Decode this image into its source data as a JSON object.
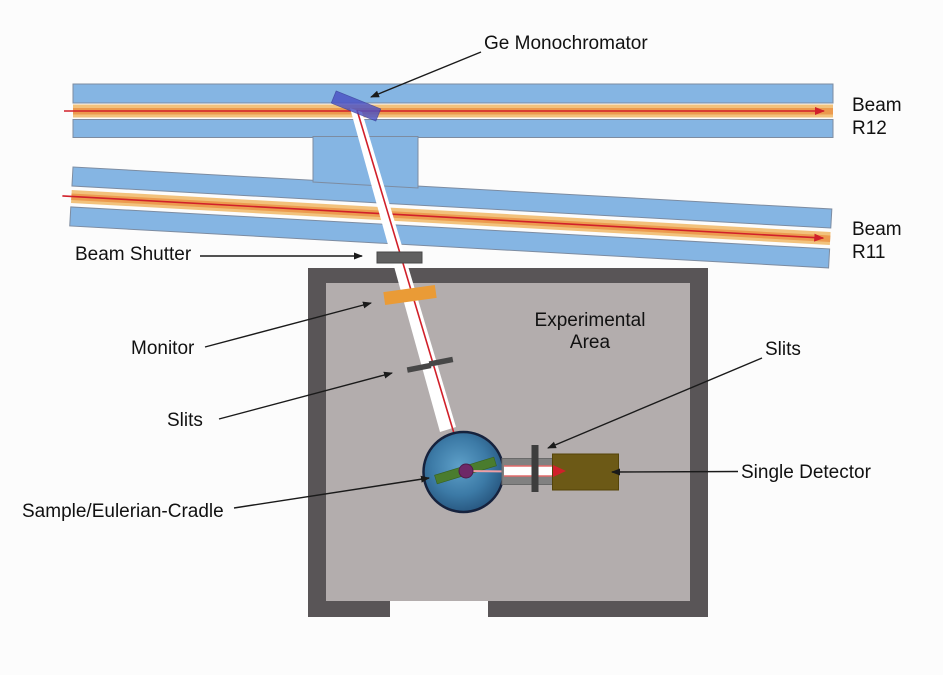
{
  "labels": {
    "ge_monochromator": "Ge Monochromator",
    "beam_r12": [
      "Beam",
      "R12"
    ],
    "beam_r11": [
      "Beam",
      "R11"
    ],
    "beam_shutter": "Beam Shutter",
    "monitor": "Monitor",
    "slits_left": "Slits",
    "sample_eulerian_cradle": "Sample/Eulerian-Cradle",
    "experimental_area": [
      "Experimental",
      "Area"
    ],
    "slits_right": "Slits",
    "single_detector": "Single Detector"
  },
  "colors": {
    "guide_wall_blue": "#85b5e3",
    "beam_channel_outer": "#f2c27c",
    "beam_channel_inner": "#ec9a4e",
    "beam_red": "#d1202a",
    "monochromator_blue": "#4a51c4",
    "shield_wall_gray": "#595557",
    "floor_gray": "#b3adad",
    "shutter_gray": "#606060",
    "monitor_orange": "#ea9b36",
    "slit_dark": "#474747",
    "sphere_blue": "#3c7aa6",
    "rod_green": "#4a7c2e",
    "hub_purple": "#6e2867",
    "collimator_gray": "#818181",
    "detector_olive": "#6c5916"
  }
}
